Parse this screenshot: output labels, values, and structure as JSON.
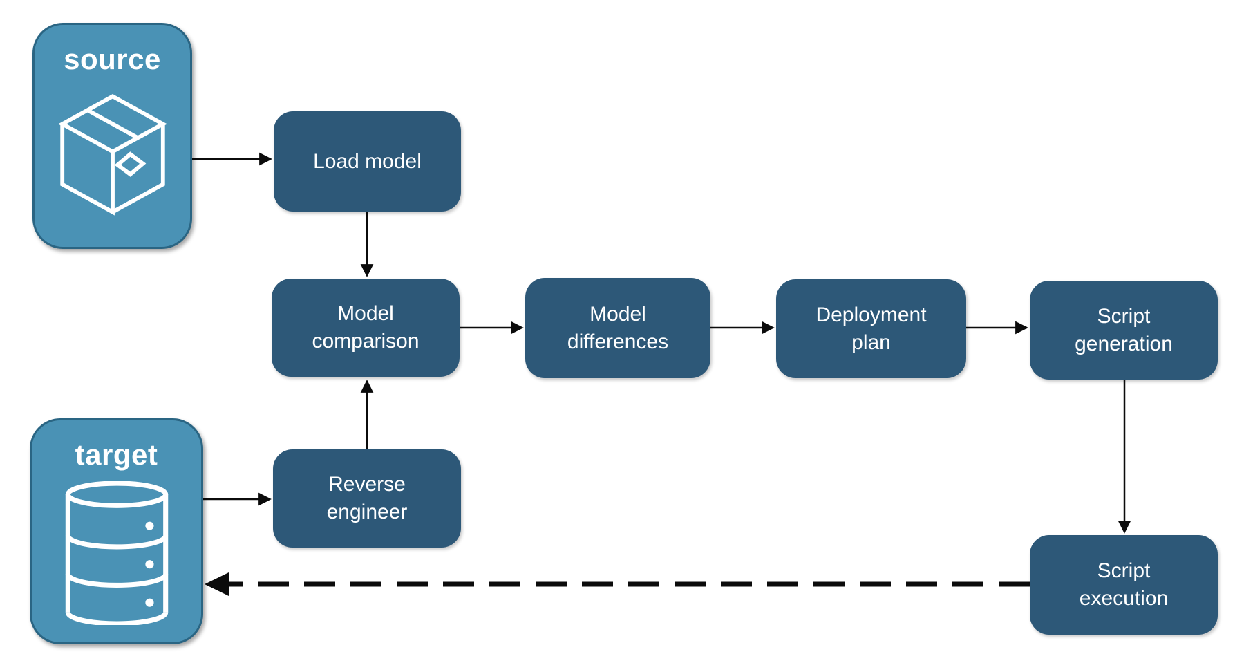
{
  "diagram": {
    "containers": {
      "source": {
        "label": "source",
        "icon": "package-icon"
      },
      "target": {
        "label": "target",
        "icon": "database-icon"
      }
    },
    "nodes": {
      "load_model": "Load model",
      "model_comparison": "Model comparison",
      "model_differences": "Model differences",
      "deployment_plan": "Deployment plan",
      "script_generation": "Script generation",
      "reverse_engineer": "Reverse engineer",
      "script_execution": "Script execution"
    },
    "edges": [
      {
        "from": "source",
        "to": "Load model",
        "style": "solid"
      },
      {
        "from": "Load model",
        "to": "Model comparison",
        "style": "solid"
      },
      {
        "from": "Model comparison",
        "to": "Model differences",
        "style": "solid"
      },
      {
        "from": "Model differences",
        "to": "Deployment plan",
        "style": "solid"
      },
      {
        "from": "Deployment plan",
        "to": "Script generation",
        "style": "solid"
      },
      {
        "from": "Script generation",
        "to": "Script execution",
        "style": "solid"
      },
      {
        "from": "target",
        "to": "Reverse engineer",
        "style": "solid"
      },
      {
        "from": "Reverse engineer",
        "to": "Model comparison",
        "style": "solid"
      },
      {
        "from": "Script execution",
        "to": "target",
        "style": "dashed"
      }
    ],
    "colors": {
      "node_fill": "#2D5878",
      "container_fill": "#4A92B5",
      "container_border": "#2A6583",
      "arrow": "#0B0B0B",
      "text": "#FFFFFF",
      "background": "#FFFFFF"
    }
  }
}
